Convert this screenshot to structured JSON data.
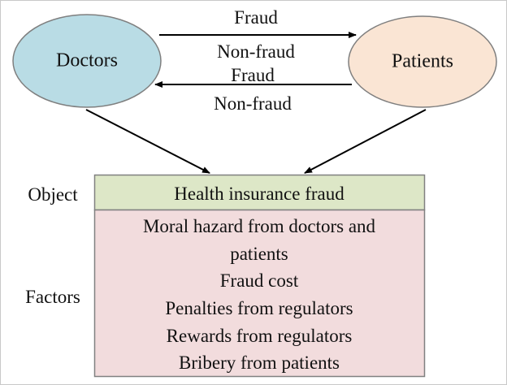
{
  "figure": {
    "border_color": "#c9c9c9",
    "background": "#ffffff"
  },
  "nodes": [
    {
      "id": "doctors",
      "label": "Doctors",
      "shape": "ellipse",
      "fill": "#b9dce5",
      "stroke": "#7f7f7f"
    },
    {
      "id": "patients",
      "label": "Patients",
      "shape": "ellipse",
      "fill": "#fae5d4",
      "stroke": "#7f7f7f"
    }
  ],
  "edges": [
    {
      "id": "doctors-to-patients",
      "from": "Doctors",
      "to": "Patients",
      "direction": "right",
      "labels": [
        "Fraud",
        "Non-fraud"
      ]
    },
    {
      "id": "patients-to-doctors",
      "from": "Patients",
      "to": "Doctors",
      "direction": "left",
      "labels": [
        "Fraud",
        "Non-fraud"
      ]
    },
    {
      "id": "doctors-to-object",
      "from": "Doctors",
      "to": "Health insurance fraud",
      "direction": "down-right",
      "labels": []
    },
    {
      "id": "patients-to-object",
      "from": "Patients",
      "to": "Health insurance fraud",
      "direction": "down-left",
      "labels": []
    }
  ],
  "edge_labels": {
    "top_fraud": "Fraud",
    "top_non_fraud": "Non-fraud",
    "bottom_fraud": "Fraud",
    "bottom_non_fraud": "Non-fraud"
  },
  "side_labels": {
    "object": "Object",
    "factors": "Factors"
  },
  "object_box": {
    "title": "Health insurance fraud",
    "fill": "#dde7c7",
    "stroke": "#808080"
  },
  "factors_box": {
    "fill": "#f2dcdd",
    "stroke": "#808080",
    "lines": [
      "Moral hazard from doctors and",
      "patients",
      "Fraud cost",
      "Penalties from regulators",
      "Rewards from regulators",
      "Bribery from patients"
    ]
  }
}
